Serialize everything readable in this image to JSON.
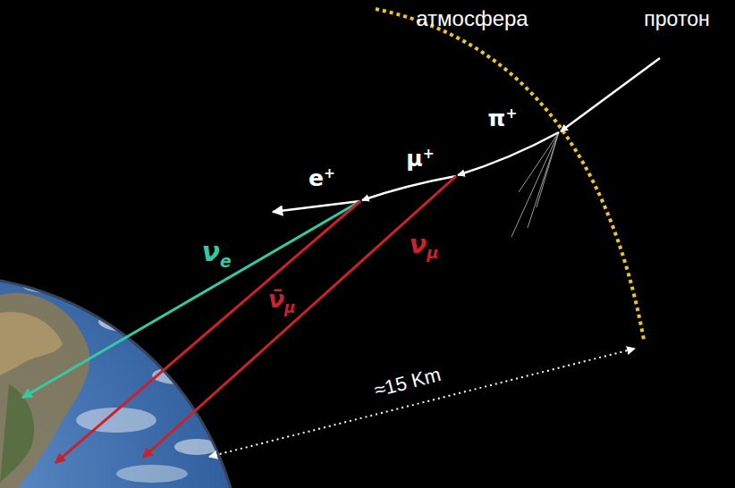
{
  "diagram": {
    "labels": [
      "атмосфера",
      "протон",
      "π+",
      "μ+",
      "e+",
      "νe",
      "ν̄μ",
      "νμ",
      "≈15 Km"
    ]
  }
}
